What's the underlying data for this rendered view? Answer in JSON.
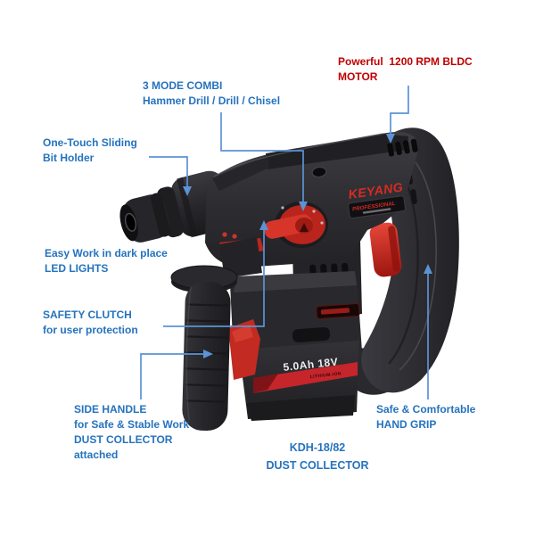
{
  "page": {
    "background": "#ffffff"
  },
  "colors": {
    "label_blue": "#2573be",
    "line_blue": "#5b93d6",
    "label_red": "#c00000",
    "accent_red": "#c5252b",
    "body_dark": "#2d2d31"
  },
  "callouts": {
    "motor": "Powerful  1200 RPM BLDC\nMOTOR",
    "mode": "3 MODE COMBI\nHammer Drill / Drill / Chisel",
    "bit_holder": "One-Touch Sliding\nBit Holder",
    "led": "Easy Work in dark place\nLED LIGHTS",
    "clutch": "SAFETY CLUTCH\nfor user protection",
    "side_handle": "SIDE HANDLE\nfor Safe & Stable Work\nDUST COLLECTOR\nattached",
    "grip": "Safe & Comfortable\nHAND GRIP"
  },
  "model": "KDH-18/82\nDUST COLLECTOR",
  "product": {
    "brand": "KEYANG",
    "series_badge": "PROFESSIONAL",
    "battery_capacity": "5.0Ah 18V",
    "battery_chemistry": "LITHIUM-ION"
  }
}
